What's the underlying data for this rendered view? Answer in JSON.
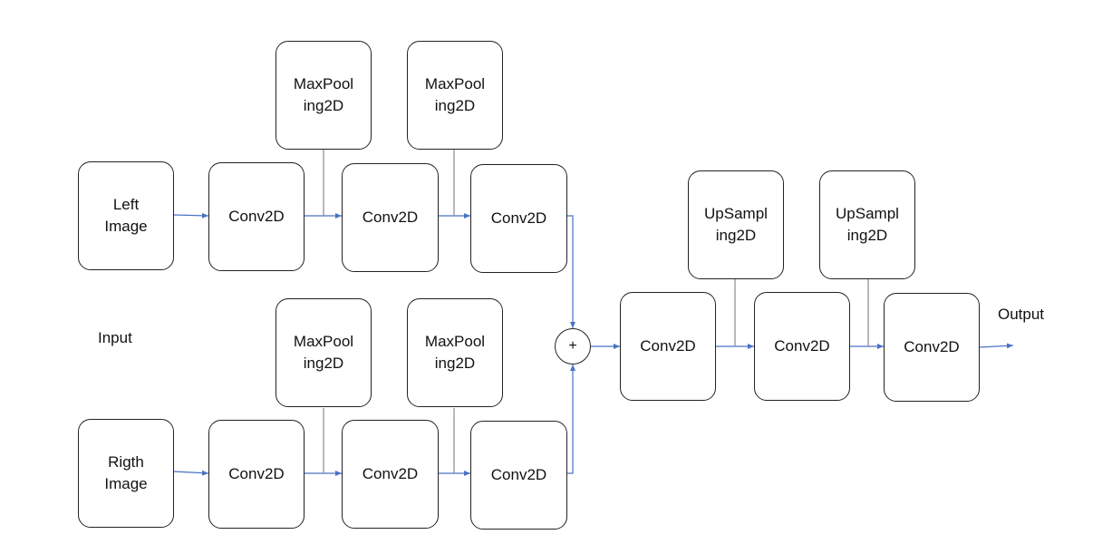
{
  "diagram": {
    "input_label": "Input",
    "output_label": "Output",
    "sum_symbol": "+",
    "left_branch": {
      "image": "Left\nImage",
      "conv": [
        "Conv2D",
        "Conv2D",
        "Conv2D"
      ],
      "pool": [
        "MaxPool\ning2D",
        "MaxPool\ning2D"
      ]
    },
    "right_branch": {
      "image": "Rigth\nImage",
      "conv": [
        "Conv2D",
        "Conv2D",
        "Conv2D"
      ],
      "pool": [
        "MaxPool\ning2D",
        "MaxPool\ning2D"
      ]
    },
    "decoder": {
      "conv": [
        "Conv2D",
        "Conv2D",
        "Conv2D"
      ],
      "upsample": [
        "UpSampl\ning2D",
        "UpSampl\ning2D"
      ]
    },
    "colors": {
      "arrow": "#4a72c4",
      "line": "#8a8a8a",
      "border": "#222222"
    }
  }
}
